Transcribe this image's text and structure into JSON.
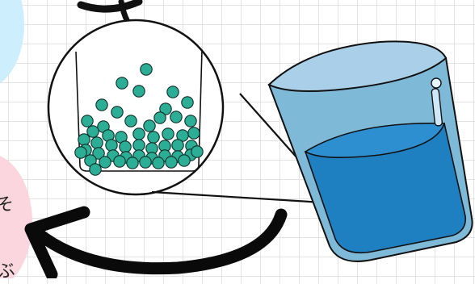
{
  "colors": {
    "background": "#ffffff",
    "grid": "#e3e3e3",
    "blob_blue": "#cdeefc",
    "blob_pink": "#fcd6df",
    "glass_body": "#7fb9d8",
    "glass_rim": "#a9d0e8",
    "water": "#1e7fc1",
    "water_surface": "#2e8fd0",
    "particle": "#2bae95",
    "outline": "#111111"
  },
  "annotations": {
    "partial_char_1": "そ",
    "partial_char_2": "ぶ"
  },
  "icons": [
    "magnifier-circle",
    "glass-of-water",
    "curved-arrow"
  ],
  "particles": {
    "count_visible": 52
  }
}
